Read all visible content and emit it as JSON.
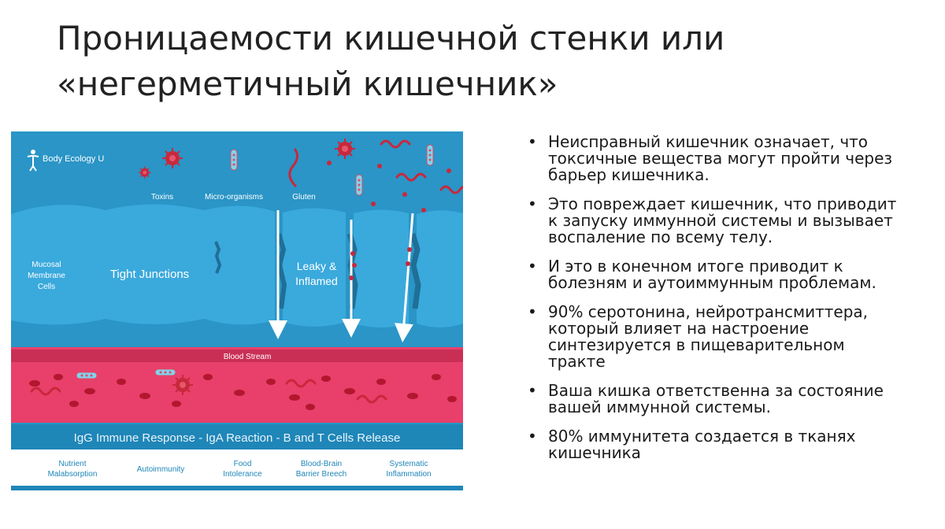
{
  "title": {
    "lines": [
      "Проницаемости кишечной стенки или",
      "«негерметичный кишечник»"
    ]
  },
  "figure": {
    "brand": "Body Ecology U",
    "threats": {
      "toxins": "Toxins",
      "microorganisms": "Micro-organisms",
      "gluten": "Gluten"
    },
    "wall": {
      "mucosal_line1": "Mucosal",
      "mucosal_line2": "Membrane",
      "mucosal_line3": "Cells",
      "tight": "Tight Junctions",
      "leaky_line1": "Leaky &",
      "leaky_line2": "Inflamed"
    },
    "blood_stream": "Blood Stream",
    "immune_response": "IgG Immune Response - IgA Reaction - B and T Cells Release",
    "outcomes": [
      {
        "line1": "Nutrient",
        "line2": "Malabsorption"
      },
      {
        "line1": "Autoimmunity",
        "line2": ""
      },
      {
        "line1": "Food",
        "line2": "Intolerance"
      },
      {
        "line1": "Blood-Brain",
        "line2": "Barrier Breech"
      },
      {
        "line1": "Systematic",
        "line2": "Inflammation"
      }
    ],
    "colors": {
      "background": "#2a95c6",
      "cells": "#3aa9dc",
      "blood": "#e8406a",
      "band": "#1f86b8",
      "pathogen": "#c8283c"
    }
  },
  "bullets": [
    "Неисправный кишечник означает, что\nтоксичные вещества могут пройти через\nбарьер кишечника.",
    " Это повреждает кишечник, что приводит\nк запуску иммунной системы и вызывает\nвоспаление по всему телу.",
    "И это в конечном итоге приводит к\nболезням и аутоиммунным проблемам.",
    "90% серотонина, нейротрансмиттера,\nкоторый влияет на настроение\nсинтезируется в пищеварительном\nтракте",
    "Ваша кишка ответственна за состояние\nвашей иммунной системы.",
    " 80% иммунитета создается в тканях\nкишечника"
  ]
}
